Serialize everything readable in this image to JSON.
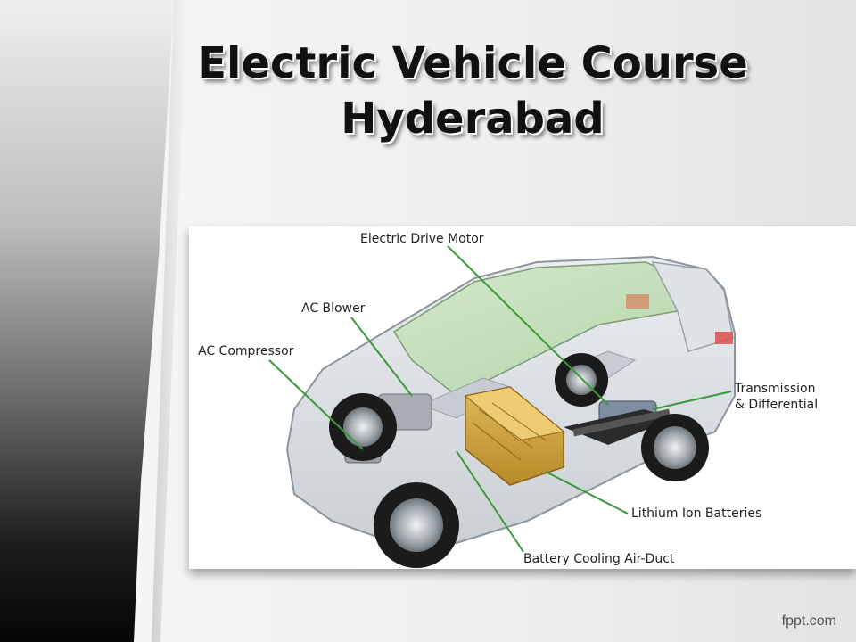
{
  "slide": {
    "title_line1": "Electric Vehicle Course",
    "title_line2": "Hyderabad"
  },
  "diagram": {
    "labels": {
      "drive_motor": "Electric Drive Motor",
      "ac_blower": "AC Blower",
      "ac_compressor": "AC Compressor",
      "transmission_line1": "Transmission",
      "transmission_line2": "& Differential",
      "batteries": "Lithium Ion Batteries",
      "cooling_duct": "Battery Cooling Air-Duct"
    },
    "callout_color": "#3a9a3a"
  },
  "footer": {
    "brand": "fppt.com"
  }
}
